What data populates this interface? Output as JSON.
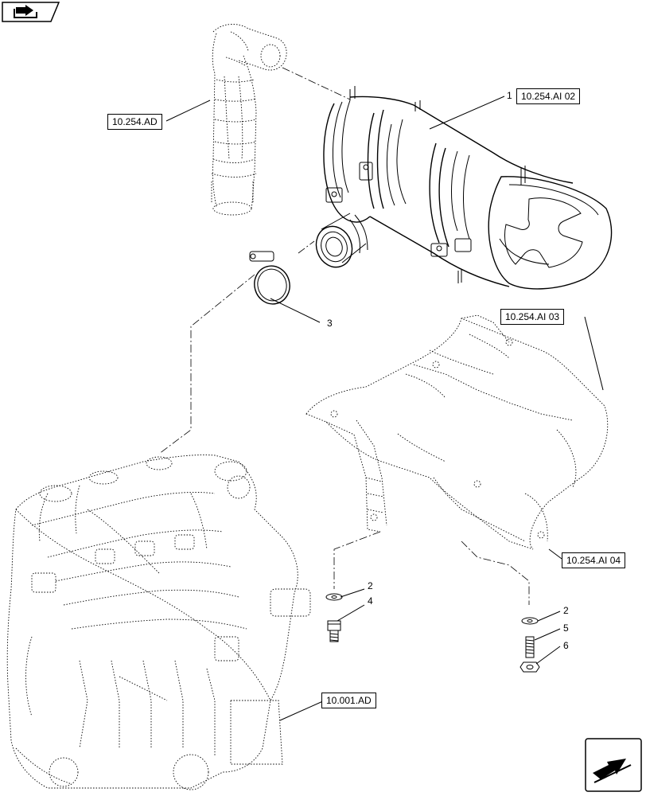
{
  "references": {
    "ad_254": "10.254.AD",
    "ai02": "10.254.AI 02",
    "ai03": "10.254.AI 03",
    "ai04": "10.254.AI 04",
    "ad_001": "10.001.AD"
  },
  "callouts": {
    "c1": "1",
    "c2a": "2",
    "c2b": "2",
    "c3": "3",
    "c4": "4",
    "c5": "5",
    "c6": "6"
  },
  "icons": {
    "top_left": "book-arrow-icon",
    "bottom_right": "next-arrow-icon"
  }
}
